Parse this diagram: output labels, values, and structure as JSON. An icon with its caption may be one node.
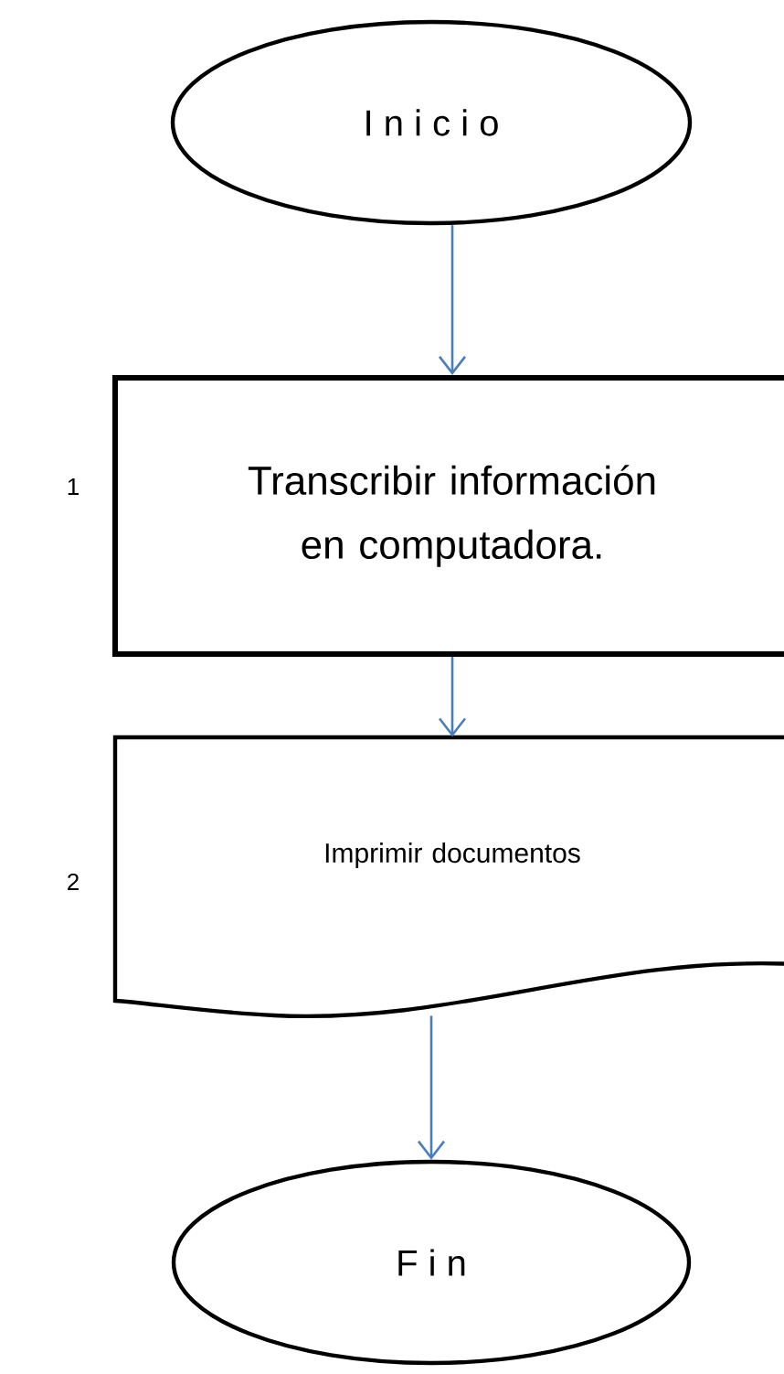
{
  "diagram": {
    "nodes": [
      {
        "text": [
          "I n i c i o"
        ]
      },
      {
        "text": [
          "Transcribir información en computadora."
        ]
      },
      {
        "text": [
          "Imprimir documentos"
        ]
      },
      {
        "text": [
          "F i n"
        ]
      }
    ],
    "edges": [
      {
        "from": 0,
        "to": 1,
        "arrow": "to"
      },
      {
        "from": 1,
        "to": 2,
        "arrow": "to"
      },
      {
        "from": 2,
        "to": 3,
        "arrow": "to"
      }
    ],
    "labels": [
      "1",
      "2"
    ]
  }
}
